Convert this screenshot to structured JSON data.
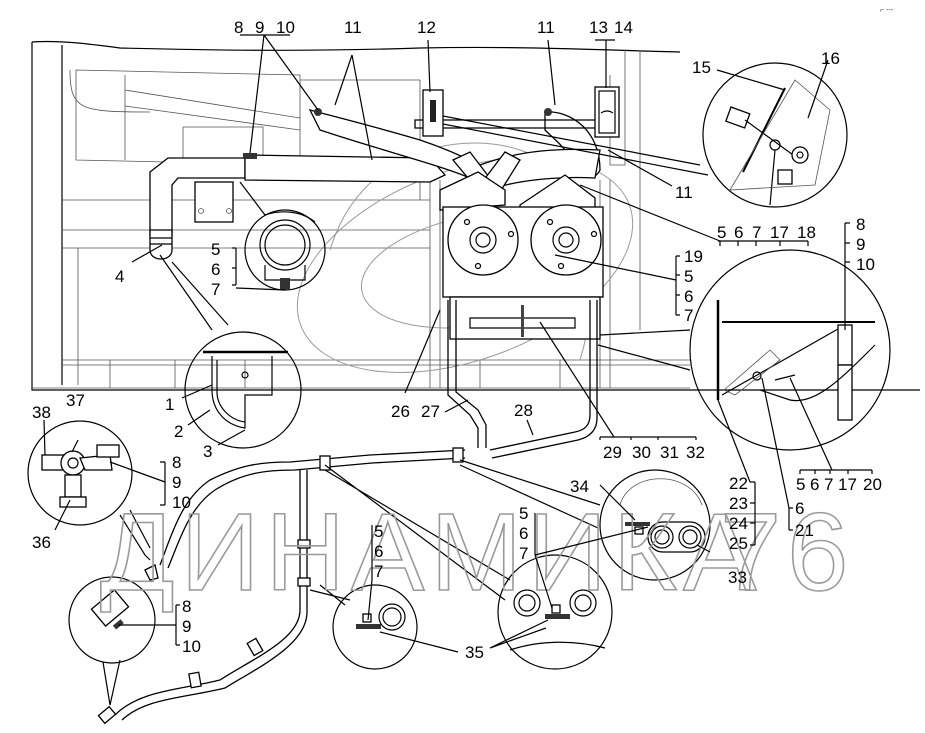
{
  "diagram": {
    "watermark": {
      "cyrillic": "ДИНАМИКА",
      "number": "76"
    },
    "corner_mark": "⌐ ---",
    "callouts": {
      "c1": "1",
      "c2": "2",
      "c3": "3",
      "c4": "4",
      "g8_9_10_top": [
        "8",
        "9",
        "10"
      ],
      "c11a": "11",
      "c11b": "11",
      "c11c": "11",
      "c12": "12",
      "g13_14": [
        "13",
        "14"
      ],
      "c15": "15",
      "c16": "16",
      "g5_6_7_17_18": [
        "5",
        "6",
        "7",
        "17",
        "18"
      ],
      "g5_6_7_left": [
        "5",
        "6",
        "7"
      ],
      "g19_5_6_7": [
        "19",
        "5",
        "6",
        "7"
      ],
      "g8_9_10_right": [
        "8",
        "9",
        "10"
      ],
      "c26": "26",
      "c27": "27",
      "c28": "28",
      "g29_32": [
        "29",
        "30",
        "31",
        "32"
      ],
      "g5_6_7_17_20": [
        "5",
        "6",
        "7",
        "17",
        "20"
      ],
      "g22_25": [
        "22",
        "23",
        "24",
        "25"
      ],
      "g6_21": [
        "6",
        "21"
      ],
      "c33": "33",
      "c34": "34",
      "c35": "35",
      "c36": "36",
      "c37": "37",
      "c38": "38",
      "g8_9_10_valve": [
        "8",
        "9",
        "10"
      ],
      "g5_6_7_mid": [
        "5",
        "6",
        "7"
      ],
      "g5_6_7_low": [
        "5",
        "6",
        "7"
      ],
      "g8_9_10_bottom": [
        "8",
        "9",
        "10"
      ]
    }
  }
}
